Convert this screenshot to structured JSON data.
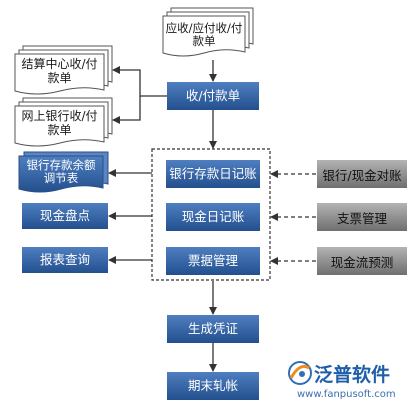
{
  "documents": {
    "top": [
      "应收/应付收/付",
      "款单"
    ],
    "settlement": [
      "结算中心收/付",
      "款单"
    ],
    "online_bank": [
      "网上银行收/付",
      "款单"
    ],
    "bank_balance": [
      "银行存款余额",
      "调节表"
    ]
  },
  "flow": {
    "receipt_payment": "收/付款单",
    "bank_journal": "银行存款日记账",
    "cash_journal": "现金日记账",
    "bill_management": "票据管理",
    "generate_voucher": "生成凭证",
    "period_end": "期末轧帐"
  },
  "left_functions": {
    "cash_count": "现金盘点",
    "report_query": "报表查询"
  },
  "right_functions": {
    "reconciliation": "银行/现金对账",
    "check_management": "支票管理",
    "cash_flow_forecast": "现金流预测"
  },
  "brand": {
    "name": "泛普软件",
    "url": "www.fanpusoft.com"
  },
  "colors": {
    "blue_box": "#2e5fa0",
    "gray_box": "#8c8c8c",
    "doc_border": "#555555"
  }
}
